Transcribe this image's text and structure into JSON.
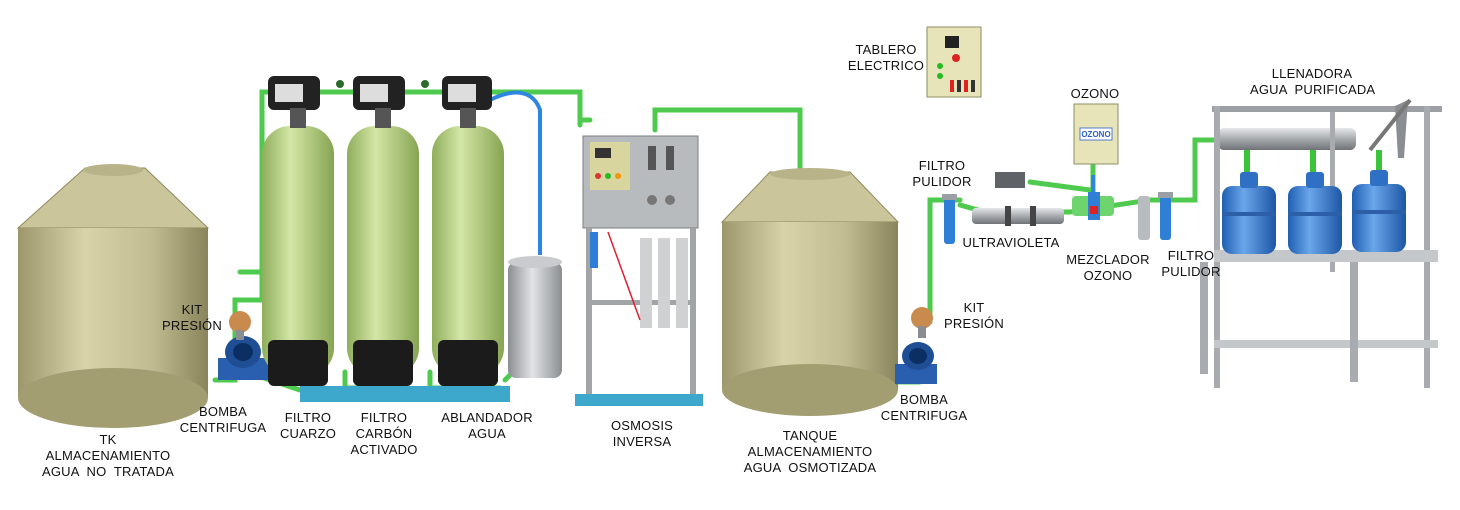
{
  "labels": {
    "tk_almacenamiento": [
      "TK",
      "ALMACENAMIENTO",
      "AGUA  NO  TRATADA"
    ],
    "kit_presion_1": [
      "KIT",
      "PRESIÓN"
    ],
    "bomba_1": [
      "BOMBA",
      "CENTRIFUGA"
    ],
    "filtro_cuarzo": [
      "FILTRO",
      "CUARZO"
    ],
    "filtro_carbon": [
      "FILTRO",
      "CARBÓN",
      "ACTIVADO"
    ],
    "ablandador": [
      "ABLANDADOR",
      "AGUA"
    ],
    "osmosis": [
      "OSMOSIS",
      "INVERSA"
    ],
    "tablero": [
      "TABLERO",
      "ELECTRICO"
    ],
    "tanque_osmotizada": [
      "TANQUE",
      "ALMACENAMIENTO",
      "AGUA  OSMOTIZADA"
    ],
    "kit_presion_2": [
      "KIT",
      "PRESIÓN"
    ],
    "bomba_2": [
      "BOMBA",
      "CENTRIFUGA"
    ],
    "filtro_pulidor_1": [
      "FILTRO",
      "PULIDOR"
    ],
    "ultravioleta": [
      "ULTRAVIOLETA"
    ],
    "ozono": [
      "OZONO"
    ],
    "ozono_logo": "OZONO",
    "mezclador": [
      "MEZCLADOR",
      "OZONO"
    ],
    "filtro_pulidor_2": [
      "FILTRO",
      "PULIDOR"
    ],
    "llenadora": [
      "LLENADORA",
      "AGUA  PURIFICADA"
    ]
  },
  "colors": {
    "tank": "#c9c39a",
    "tank_dark": "#8f895f",
    "filter_tank": "#b9d38a",
    "filter_base": "#1b1b1b",
    "pipe_green": "#4ecb4e",
    "pipe_blue": "#2f86e0",
    "frame_gray": "#b7babd",
    "blue_accent": "#2f7fd6",
    "bottle": "#3a7fd4",
    "panel": "#e6e4b8"
  }
}
